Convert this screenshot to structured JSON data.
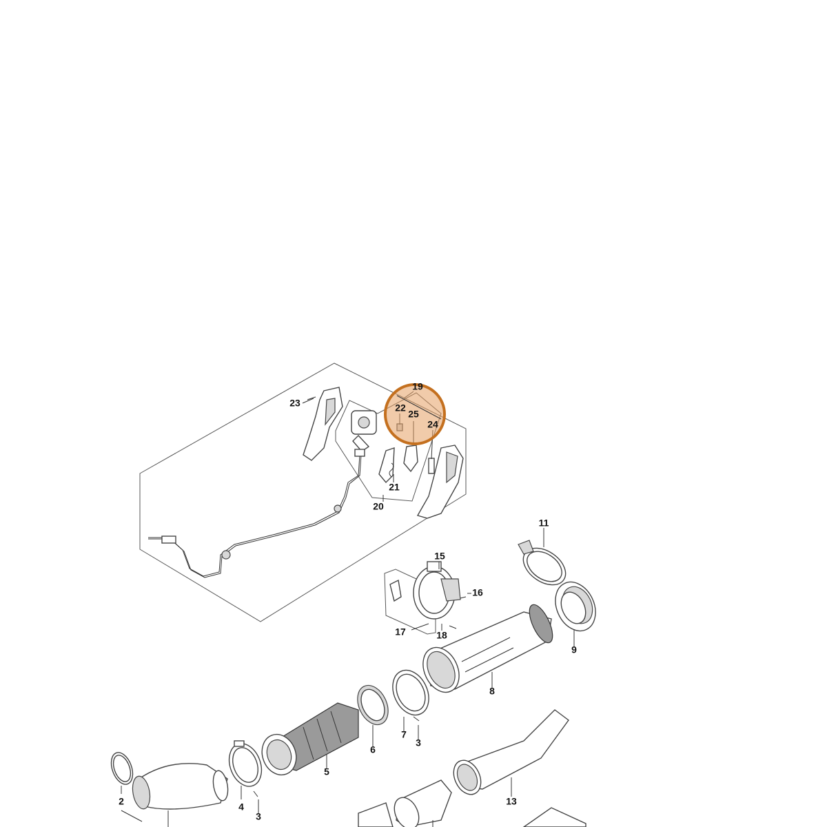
{
  "labels": {
    "l2": "2",
    "l3a": "3",
    "l3b": "3",
    "l4": "4",
    "l5": "5",
    "l6": "6",
    "l7": "7",
    "l8": "8",
    "l9": "9",
    "l11": "11",
    "l13": "13",
    "l15": "15",
    "l16": "16",
    "l17": "17",
    "l18": "18",
    "l19": "19",
    "l20": "20",
    "l21": "21",
    "l22": "22",
    "l23": "23",
    "l24": "24",
    "l25": "25"
  },
  "highlight": {
    "color": "#c4701f",
    "fill": "#e6a064"
  }
}
